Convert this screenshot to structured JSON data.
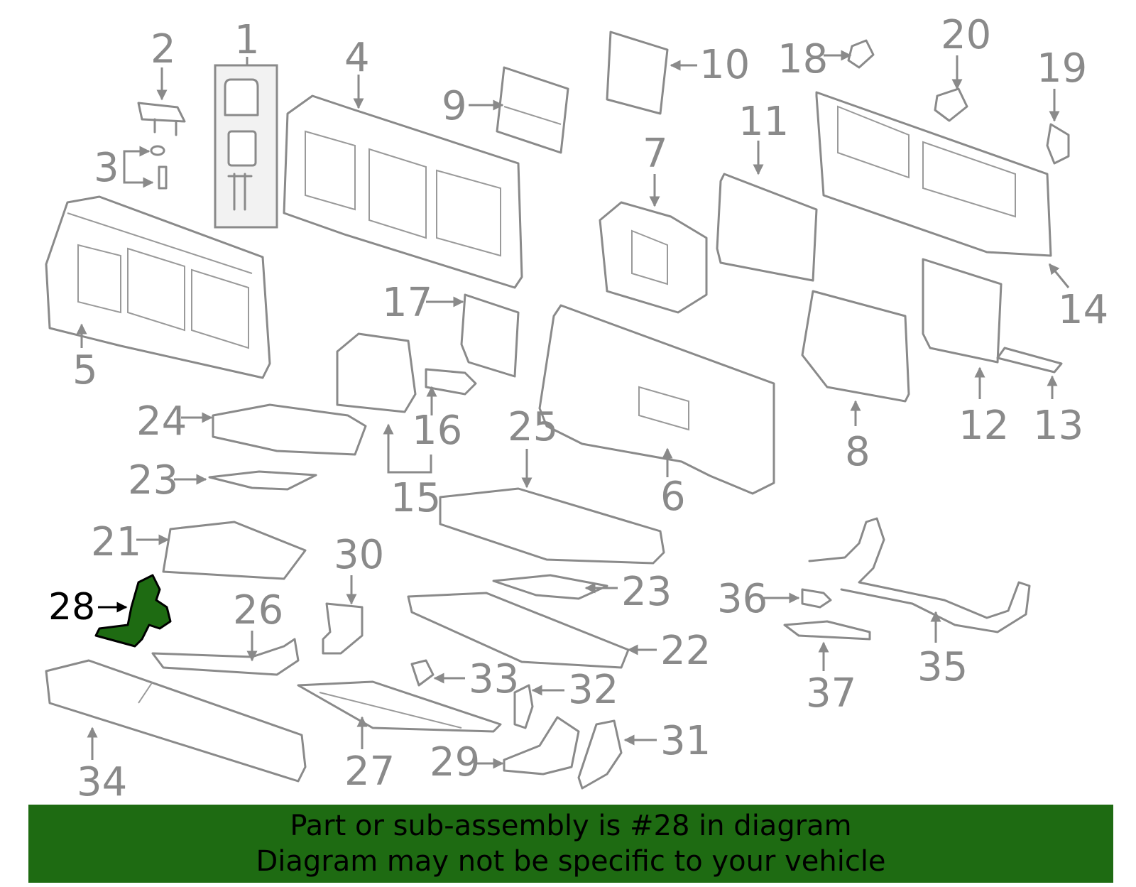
{
  "callouts": {
    "c1": "1",
    "c2": "2",
    "c3": "3",
    "c4": "4",
    "c5": "5",
    "c6": "6",
    "c7": "7",
    "c8": "8",
    "c9": "9",
    "c10": "10",
    "c11": "11",
    "c12": "12",
    "c13": "13",
    "c14": "14",
    "c15": "15",
    "c16": "16",
    "c17": "17",
    "c18": "18",
    "c19": "19",
    "c20": "20",
    "c21": "21",
    "c22": "22",
    "c23a": "23",
    "c23b": "23",
    "c24": "24",
    "c25": "25",
    "c26": "26",
    "c27": "27",
    "c28": "28",
    "c29": "29",
    "c30": "30",
    "c31": "31",
    "c32": "32",
    "c33": "33",
    "c34": "34",
    "c35": "35",
    "c36": "36",
    "c37": "37"
  },
  "highlight": {
    "part_number": "28",
    "color": "#1e6b12"
  },
  "banner": {
    "line1": "Part or sub-assembly is #28 in diagram",
    "line2": "Diagram may not be specific to your vehicle",
    "background": "#1e6b12"
  }
}
